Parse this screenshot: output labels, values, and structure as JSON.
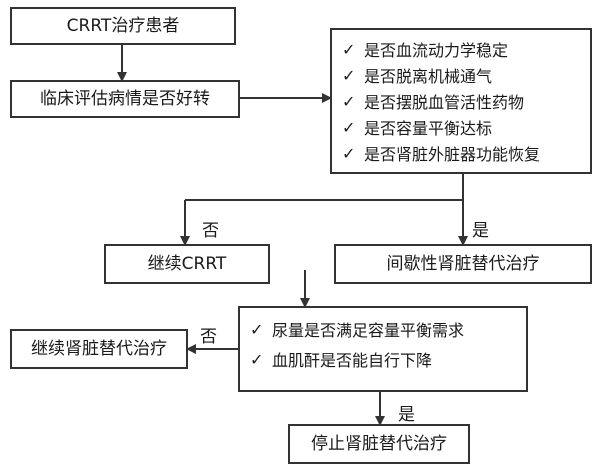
{
  "nodes": {
    "crrt_patient": "CRRT治疗患者",
    "clinical_eval": "临床评估病情是否好转",
    "continue_crrt": "继续CRRT",
    "intermittent": "间歇性肾脏替代治疗",
    "continue_rrt": "继续肾脏替代治疗",
    "stop_rrt": "停止肾脏替代治疗"
  },
  "criteria_top": [
    "是否血流动力学稳定",
    "是否脱离机械通气",
    "是否摆脱血管活性药物",
    "是否容量平衡达标",
    "是否肾脏外脏器功能恢复"
  ],
  "criteria_bottom": [
    "尿量是否满足容量平衡需求",
    "血肌酐是否能自行下降"
  ],
  "check_glyph": "✓",
  "labels": {
    "no_top": "否",
    "yes_top": "是",
    "no_bottom": "否",
    "yes_bottom": "是"
  }
}
